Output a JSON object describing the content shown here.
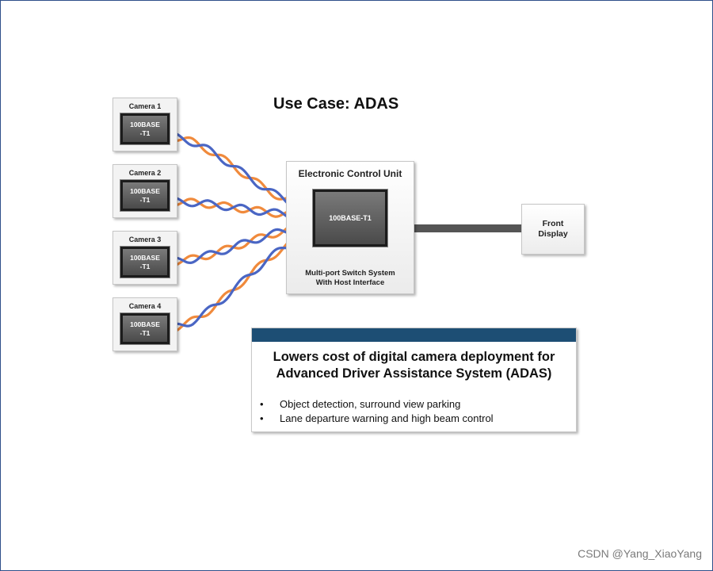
{
  "title": "Use Case: ADAS",
  "cameras": [
    {
      "label": "Camera 1",
      "chip": "100BASE\n-T1"
    },
    {
      "label": "Camera 2",
      "chip": "100BASE\n-T1"
    },
    {
      "label": "Camera 3",
      "chip": "100BASE\n-T1"
    },
    {
      "label": "Camera 4",
      "chip": "100BASE\n-T1"
    }
  ],
  "ecu": {
    "label": "Electronic Control Unit",
    "chip": "100BASE-T1",
    "subtitle_line1": "Multi-port Switch System",
    "subtitle_line2": "With Host Interface"
  },
  "display": {
    "line1": "Front",
    "line2": "Display"
  },
  "info": {
    "heading_line1": "Lowers cost of digital camera deployment for",
    "heading_line2": "Advanced Driver Assistance System (ADAS)",
    "bullets": [
      "Object detection, surround view parking",
      "Lane departure warning and high beam control"
    ],
    "bullet_char": "•"
  },
  "watermark": "CSDN @Yang_XiaoYang",
  "colors": {
    "wire_orange": "#f08a3c",
    "wire_blue": "#4a66c4",
    "link": "#555555",
    "banner": "#1d4e74"
  }
}
